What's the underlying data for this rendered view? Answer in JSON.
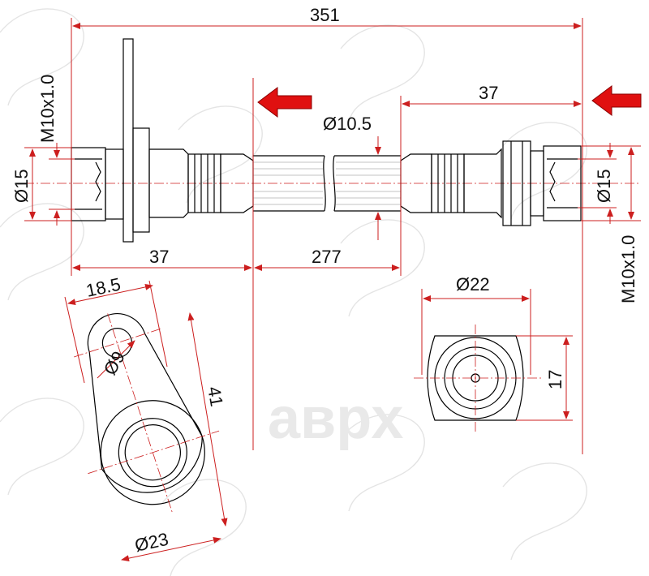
{
  "dimensions": {
    "overall_length": "351",
    "left_fitting_length": "37",
    "right_fitting_length": "37",
    "hose_length": "277",
    "left_thread": "M10x1.0",
    "right_thread": "M10x1.0",
    "left_diameter": "Ø15",
    "right_diameter": "Ø15",
    "hose_diameter": "Ø10.5",
    "bracket_width": "18.5",
    "bracket_length": "41",
    "bracket_hole": "Ø9",
    "bracket_boss": "Ø23",
    "nut_diameter": "Ø22",
    "nut_flat": "17"
  },
  "watermark": {
    "text": "аврх"
  },
  "colors": {
    "dimension_line": "#cc1f1f",
    "outline": "#000000",
    "watermark": "#e9e9e9",
    "arrow_fill": "#e01010"
  },
  "icons": [
    "flow-arrow-icon",
    "flow-arrow-icon"
  ]
}
